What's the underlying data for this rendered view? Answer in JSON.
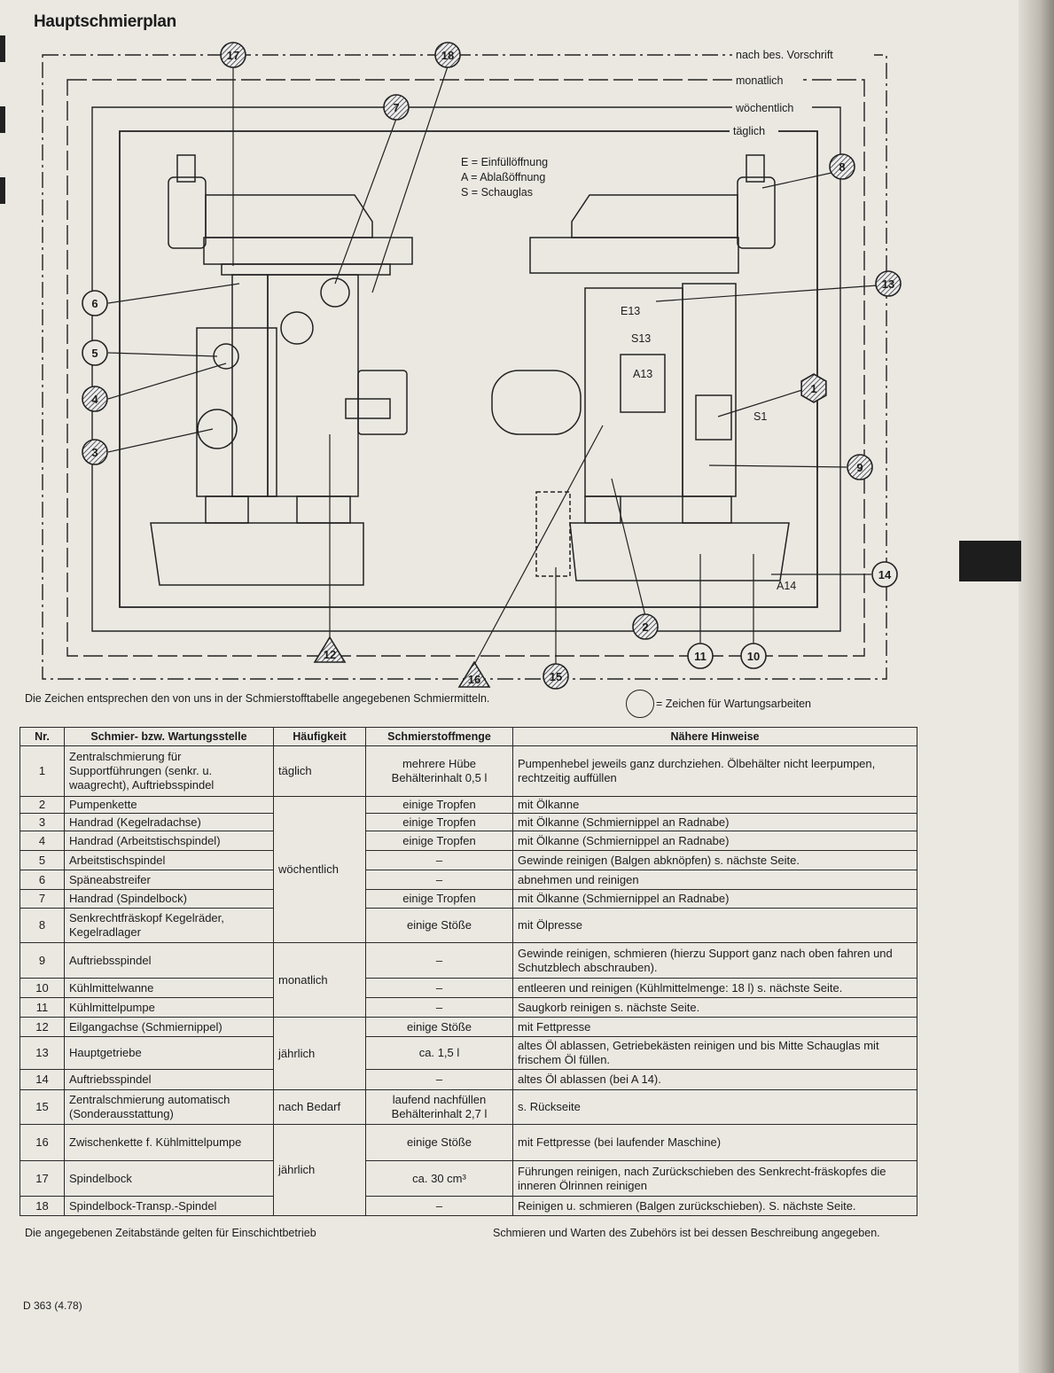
{
  "title": "Hauptschmierplan",
  "frames": {
    "f1": "nach bes. Vorschrift",
    "f2": "monatlich",
    "f3": "wöchentlich",
    "f4": "täglich"
  },
  "legend": {
    "e": "E = Einfüllöffnung",
    "a": "A = Ablaßöffnung",
    "s": "S = Schauglas"
  },
  "diagram_labels": {
    "e13": "E13",
    "s13": "S13",
    "a13": "A13",
    "s1": "S1",
    "a14": "A14"
  },
  "markers": [
    "17",
    "18",
    "7",
    "8",
    "13",
    "6",
    "5",
    "4",
    "3",
    "1",
    "9",
    "14",
    "2",
    "11",
    "10",
    "12",
    "16",
    "15"
  ],
  "note_left": "Die Zeichen entsprechen den von uns in der Schmierstofftabelle angegebenen Schmiermitteln.",
  "note_right": "= Zeichen für Wartungsarbeiten",
  "table": {
    "headers": [
      "Nr.",
      "Schmier- bzw. Wartungsstelle",
      "Häufigkeit",
      "Schmierstoffmenge",
      "Nähere Hinweise"
    ],
    "freq": [
      "täglich",
      "wöchentlich",
      "monatlich",
      "jährlich",
      "nach Bedarf",
      "jährlich"
    ],
    "rows": [
      {
        "nr": "1",
        "stelle": "Zentralschmierung für Supportführungen (senkr. u. waagrecht), Auftriebsspindel",
        "menge": "mehrere Hübe Behälterinhalt 0,5 l",
        "hinweis": "Pumpenhebel jeweils ganz durchziehen. Ölbehälter nicht leerpumpen, rechtzeitig auffüllen"
      },
      {
        "nr": "2",
        "stelle": "Pumpenkette",
        "menge": "einige Tropfen",
        "hinweis": "mit Ölkanne"
      },
      {
        "nr": "3",
        "stelle": "Handrad (Kegelradachse)",
        "menge": "einige Tropfen",
        "hinweis": "mit Ölkanne (Schmiernippel an Radnabe)"
      },
      {
        "nr": "4",
        "stelle": "Handrad (Arbeitstischspindel)",
        "menge": "einige Tropfen",
        "hinweis": "mit Ölkanne (Schmiernippel an Radnabe)"
      },
      {
        "nr": "5",
        "stelle": "Arbeitstischspindel",
        "menge": "–",
        "hinweis": "Gewinde reinigen (Balgen abknöpfen) s. nächste Seite."
      },
      {
        "nr": "6",
        "stelle": "Späneabstreifer",
        "menge": "–",
        "hinweis": "abnehmen und reinigen"
      },
      {
        "nr": "7",
        "stelle": "Handrad (Spindelbock)",
        "menge": "einige Tropfen",
        "hinweis": "mit Ölkanne (Schmiernippel an Radnabe)"
      },
      {
        "nr": "8",
        "stelle": "Senkrechtfräskopf Kegelräder, Kegelradlager",
        "menge": "einige Stöße",
        "hinweis": "mit Ölpresse"
      },
      {
        "nr": "9",
        "stelle": "Auftriebsspindel",
        "menge": "–",
        "hinweis": "Gewinde reinigen, schmieren (hierzu Support ganz nach oben fahren und Schutzblech abschrauben)."
      },
      {
        "nr": "10",
        "stelle": "Kühlmittelwanne",
        "menge": "–",
        "hinweis": "entleeren und reinigen (Kühlmittelmenge: 18 l) s. nächste Seite."
      },
      {
        "nr": "11",
        "stelle": "Kühlmittelpumpe",
        "menge": "–",
        "hinweis": "Saugkorb reinigen s. nächste Seite."
      },
      {
        "nr": "12",
        "stelle": "Eilgangachse (Schmiernippel)",
        "menge": "einige Stöße",
        "hinweis": "mit Fettpresse"
      },
      {
        "nr": "13",
        "stelle": "Hauptgetriebe",
        "menge": "ca. 1,5 l",
        "hinweis": "altes Öl ablassen, Getriebekästen reinigen und bis Mitte Schauglas mit frischem Öl füllen."
      },
      {
        "nr": "14",
        "stelle": "Auftriebsspindel",
        "menge": "–",
        "hinweis": "altes Öl ablassen (bei A 14)."
      },
      {
        "nr": "15",
        "stelle": "Zentralschmierung automatisch (Sonderausstattung)",
        "menge": "laufend nachfüllen Behälterinhalt 2,7 l",
        "hinweis": "s. Rückseite"
      },
      {
        "nr": "16",
        "stelle": "Zwischenkette f. Kühlmittelpumpe",
        "menge": "einige Stöße",
        "hinweis": "mit Fettpresse (bei laufender Maschine)"
      },
      {
        "nr": "17",
        "stelle": "Spindelbock",
        "menge": "ca. 30 cm³",
        "hinweis": "Führungen reinigen, nach Zurückschieben des Senkrecht-fräskopfes die inneren Ölrinnen reinigen"
      },
      {
        "nr": "18",
        "stelle": "Spindelbock-Transp.-Spindel",
        "menge": "–",
        "hinweis": "Reinigen u. schmieren (Balgen zurückschieben). S. nächste Seite."
      }
    ]
  },
  "footer": {
    "left": "Die angegebenen Zeitabstände gelten für Einschichtbetrieb",
    "right": "Schmieren und Warten des Zubehörs ist bei dessen Beschreibung angegeben.",
    "code": "D 363 (4.78)"
  }
}
